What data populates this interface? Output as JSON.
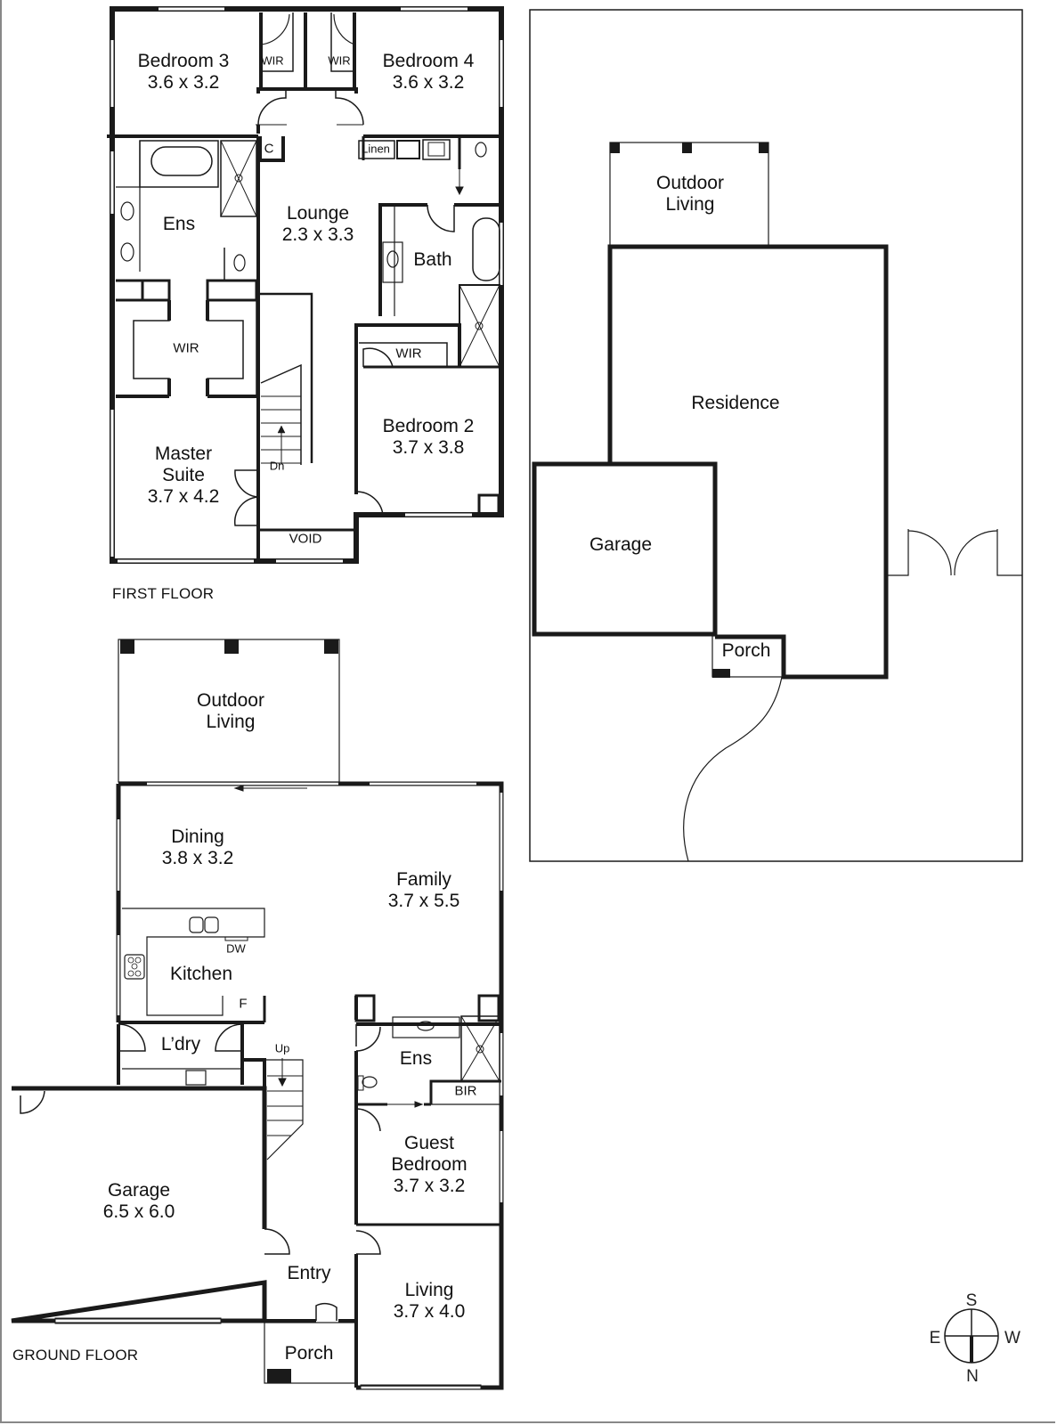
{
  "floors": {
    "first": {
      "title": "FIRST FLOOR",
      "rooms": {
        "bedroom3": {
          "name": "Bedroom 3",
          "size": "3.6 x 3.2"
        },
        "bedroom3_wir": {
          "name": "WIR"
        },
        "bedroom4_wir": {
          "name": "WIR"
        },
        "bedroom4": {
          "name": "Bedroom 4",
          "size": "3.6 x 3.2"
        },
        "cupboard": {
          "name": "C"
        },
        "linen": {
          "name": "Linen"
        },
        "ens": {
          "name": "Ens"
        },
        "lounge": {
          "name": "Lounge",
          "size": "2.3 x 3.3"
        },
        "bath": {
          "name": "Bath"
        },
        "master_wir": {
          "name": "WIR"
        },
        "bedroom2_wir": {
          "name": "WIR"
        },
        "bedroom2": {
          "name": "Bedroom 2",
          "size": "3.7 x 3.8"
        },
        "master": {
          "name": "Master",
          "name2": "Suite",
          "size": "3.7 x 4.2"
        },
        "stairs": {
          "name": "Dn"
        },
        "void": {
          "name": "VOID"
        }
      }
    },
    "ground": {
      "title": "GROUND FLOOR",
      "rooms": {
        "outdoor": {
          "name": "Outdoor",
          "name2": "Living"
        },
        "dining": {
          "name": "Dining",
          "size": "3.8 x 3.2"
        },
        "family": {
          "name": "Family",
          "size": "3.7 x 5.5"
        },
        "kitchen": {
          "name": "Kitchen"
        },
        "dishwasher": {
          "name": "DW"
        },
        "fridge": {
          "name": "F"
        },
        "laundry": {
          "name": "L’dry"
        },
        "stairs": {
          "name": "Up"
        },
        "ens": {
          "name": "Ens"
        },
        "bir": {
          "name": "BIR"
        },
        "guest": {
          "name": "Guest",
          "name2": "Bedroom",
          "size": "3.7 x 3.2"
        },
        "garage": {
          "name": "Garage",
          "size": "6.5 x 6.0"
        },
        "entry": {
          "name": "Entry"
        },
        "living": {
          "name": "Living",
          "size": "3.7 x 4.0"
        },
        "porch": {
          "name": "Porch"
        }
      }
    }
  },
  "site_plan": {
    "outdoor": {
      "name": "Outdoor",
      "name2": "Living"
    },
    "residence": {
      "name": "Residence"
    },
    "garage": {
      "name": "Garage"
    },
    "porch": {
      "name": "Porch"
    }
  },
  "compass": {
    "top": "S",
    "left": "E",
    "right": "W",
    "bottom": "N"
  },
  "colors": {
    "wall": "#1a1a1a",
    "line": "#333333",
    "window": "#9a9a9a",
    "background": "#ffffff"
  }
}
